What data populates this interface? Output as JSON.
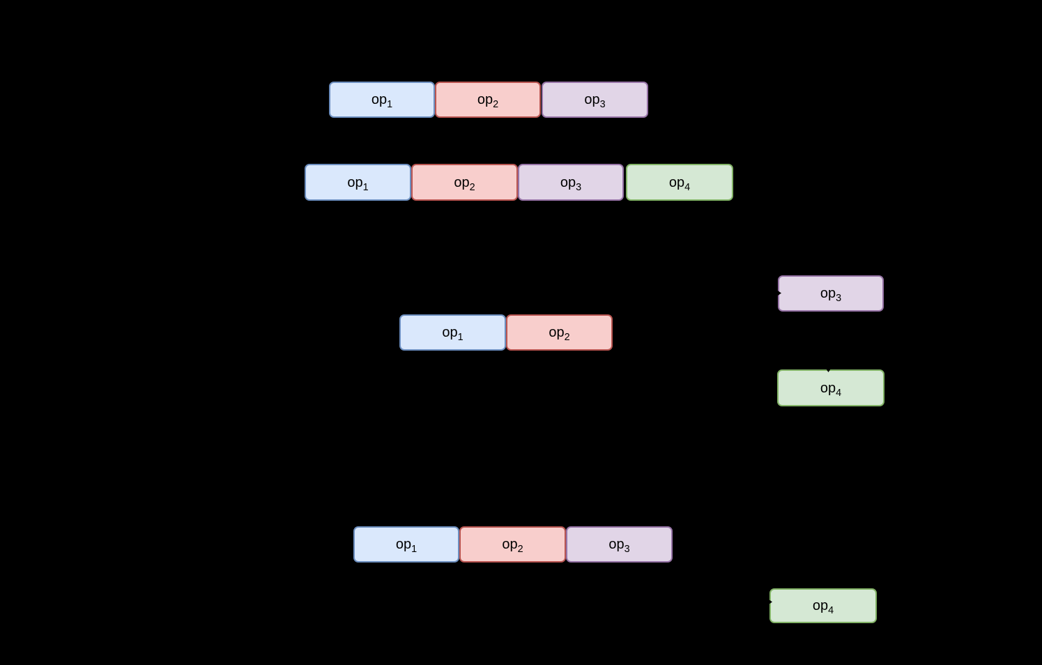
{
  "diagram": {
    "background_color": "#000000",
    "box_text_color": "#000000",
    "palette": {
      "blue": {
        "fill": "#dae8fc",
        "border": "#6c8ebf"
      },
      "red": {
        "fill": "#f8cecc",
        "border": "#b85450"
      },
      "purple": {
        "fill": "#e1d5e7",
        "border": "#9673a6"
      },
      "green": {
        "fill": "#d5e8d4",
        "border": "#82b366"
      }
    },
    "groups": [
      {
        "name": "timeline-row-1",
        "boxes": [
          {
            "base": "op",
            "sub": "1",
            "color": "blue"
          },
          {
            "base": "op",
            "sub": "2",
            "color": "red"
          },
          {
            "base": "op",
            "sub": "3",
            "color": "purple"
          }
        ]
      },
      {
        "name": "timeline-row-2",
        "boxes": [
          {
            "base": "op",
            "sub": "1",
            "color": "blue"
          },
          {
            "base": "op",
            "sub": "2",
            "color": "red"
          },
          {
            "base": "op",
            "sub": "3",
            "color": "purple"
          },
          {
            "base": "op",
            "sub": "4",
            "color": "green"
          }
        ]
      },
      {
        "name": "timeline-row-3-main",
        "boxes": [
          {
            "base": "op",
            "sub": "1",
            "color": "blue"
          },
          {
            "base": "op",
            "sub": "2",
            "color": "red"
          }
        ]
      },
      {
        "name": "timeline-row-3-offloaded",
        "boxes": [
          {
            "base": "op",
            "sub": "3",
            "color": "purple"
          },
          {
            "base": "op",
            "sub": "4",
            "color": "green"
          }
        ]
      },
      {
        "name": "timeline-row-4-main",
        "boxes": [
          {
            "base": "op",
            "sub": "1",
            "color": "blue"
          },
          {
            "base": "op",
            "sub": "2",
            "color": "red"
          },
          {
            "base": "op",
            "sub": "3",
            "color": "purple"
          }
        ]
      },
      {
        "name": "timeline-row-4-offloaded",
        "boxes": [
          {
            "base": "op",
            "sub": "4",
            "color": "green"
          }
        ]
      }
    ]
  }
}
